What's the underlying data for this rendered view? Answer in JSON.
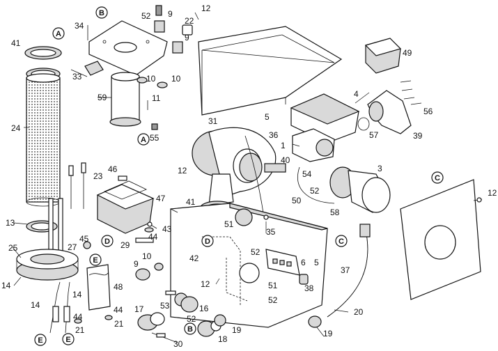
{
  "callouts": {
    "n1": "1",
    "n3": "3",
    "n4": "4",
    "n5a": "5",
    "n5b": "5",
    "n6": "6",
    "n9a": "9",
    "n9b": "9",
    "n9c": "9",
    "n10a": "10",
    "n10b": "10",
    "n10c": "10",
    "n11": "11",
    "n12a": "12",
    "n12b": "12",
    "n12c": "12",
    "n12d": "12",
    "n13": "13",
    "n14a": "14",
    "n14b": "14",
    "n14c": "14",
    "n16": "16",
    "n17": "17",
    "n18": "18",
    "n19a": "19",
    "n19b": "19",
    "n20": "20",
    "n21a": "21",
    "n21b": "21",
    "n22": "22",
    "n23": "23",
    "n24": "24",
    "n25": "25",
    "n27": "27",
    "n29": "29",
    "n30": "30",
    "n31": "31",
    "n33": "33",
    "n34": "34",
    "n35": "35",
    "n36": "36",
    "n37": "37",
    "n38": "38",
    "n39": "39",
    "n40": "40",
    "n41a": "41",
    "n41b": "41",
    "n42": "42",
    "n43": "43",
    "n44a": "44",
    "n44b": "44",
    "n44c": "44",
    "n45": "45",
    "n46": "46",
    "n47": "47",
    "n48": "48",
    "n49": "49",
    "n50": "50",
    "n51a": "51",
    "n51b": "51",
    "n52a": "52",
    "n52b": "52",
    "n52c": "52",
    "n52d": "52",
    "n52e": "52",
    "n53": "53",
    "n54": "54",
    "n55": "55",
    "n56": "56",
    "n57": "57",
    "n58": "58",
    "n59": "59"
  },
  "markers": {
    "A1": "A",
    "A2": "A",
    "B1": "B",
    "B2": "B",
    "C1": "C",
    "C2": "C",
    "D1": "D",
    "D2": "D",
    "E1": "E",
    "E2": "E",
    "E3": "E"
  }
}
